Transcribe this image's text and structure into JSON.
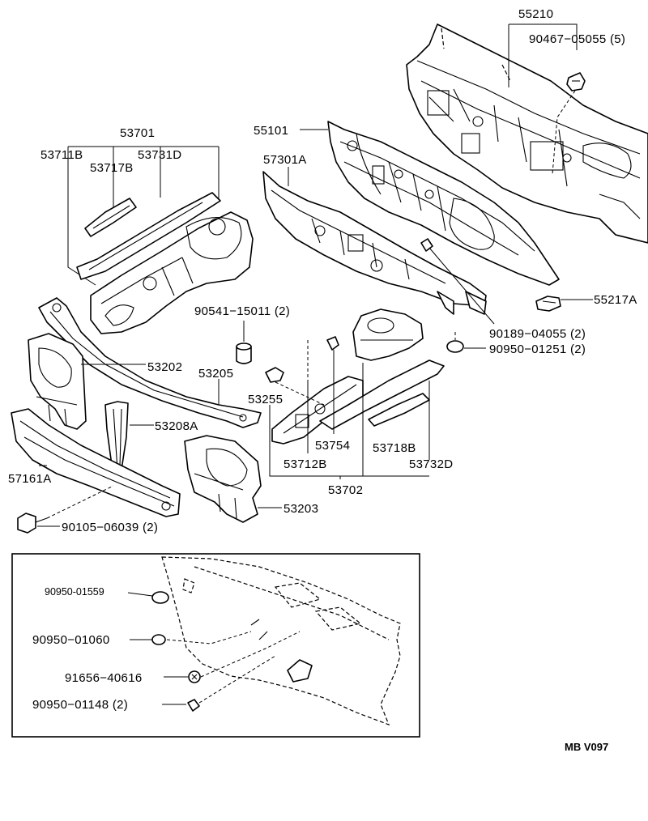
{
  "callouts": {
    "c55210": "55210",
    "c90467": "90467−05055 (5)",
    "c55101": "55101",
    "c57301A": "57301A",
    "c53701": "53701",
    "c53711B": "53711B",
    "c53731D": "53731D",
    "c53717B": "53717B",
    "c55217A": "55217A",
    "c90189": "90189−04055 (2)",
    "c90950_01251": "90950−01251 (2)",
    "c90541": "90541−15011 (2)",
    "c53202": "53202",
    "c53205": "53205",
    "c53255": "53255",
    "c53208A": "53208A",
    "c53754": "53754",
    "c53718B": "53718B",
    "c53712B": "53712B",
    "c53732D": "53732D",
    "c53702": "53702",
    "c57161A": "57161A",
    "c53203": "53203",
    "c90105": "90105−06039 (2)"
  },
  "inset": {
    "c90950_01559": "90950-01559",
    "c90950_01060": "90950−01060",
    "c91656": "91656−40616",
    "c90950_01148": "90950−01148 (2)"
  },
  "footer": {
    "code": "MB  V097"
  }
}
